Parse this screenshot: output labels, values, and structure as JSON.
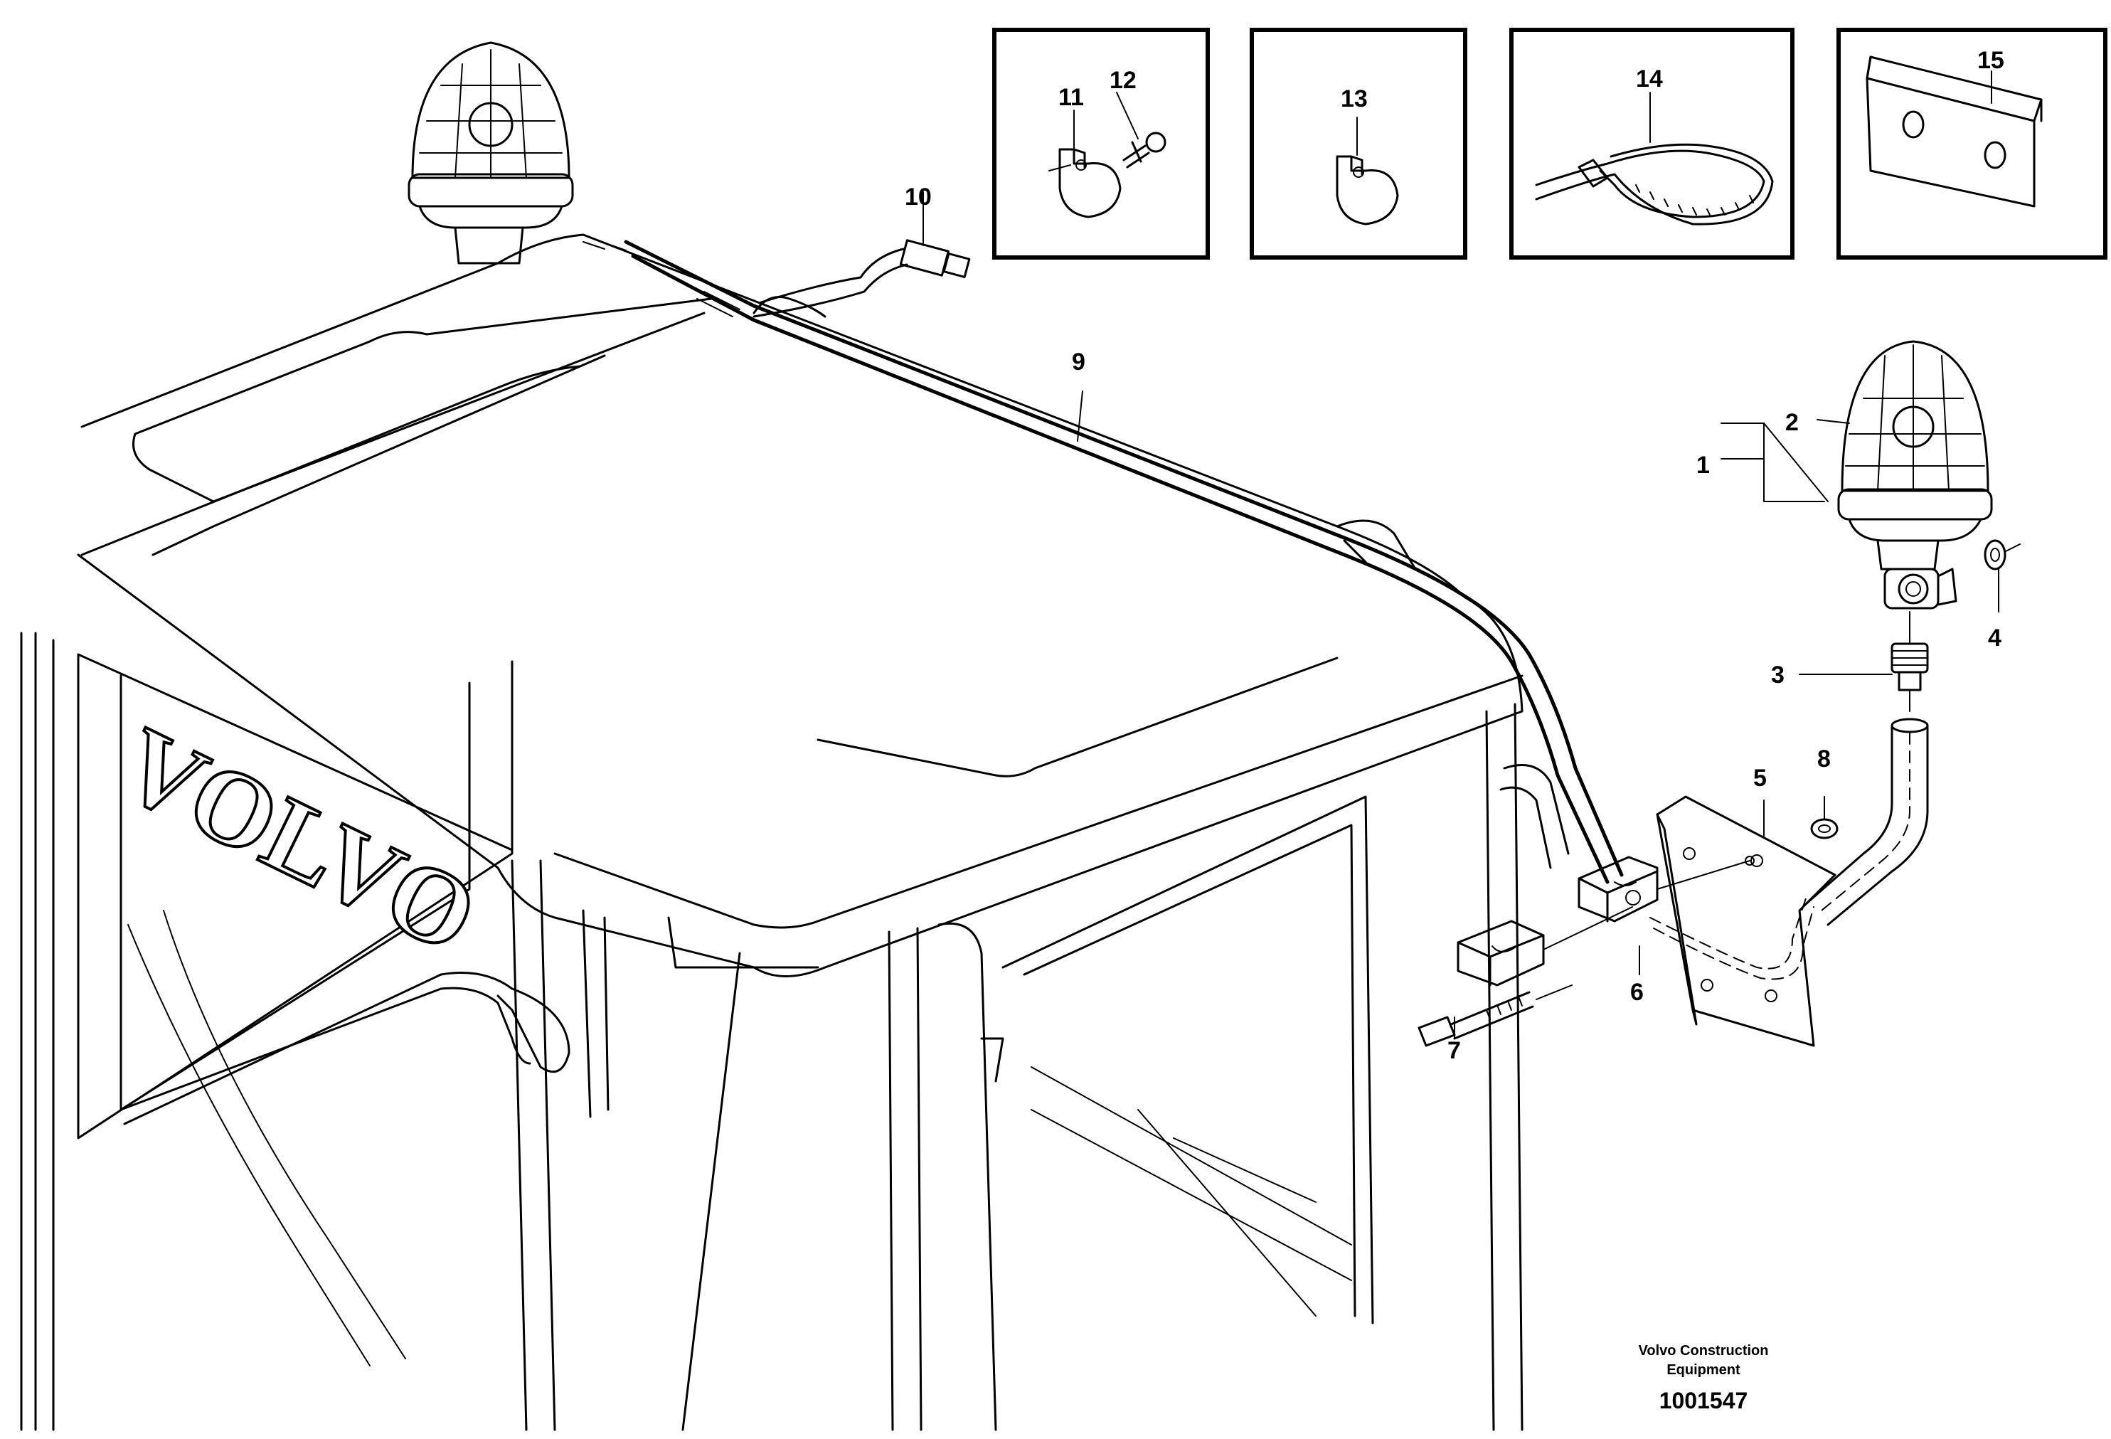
{
  "diagram": {
    "brand_logo": "VOLVO",
    "callouts": {
      "c1": "1",
      "c2": "2",
      "c3": "3",
      "c4": "4",
      "c5": "5",
      "c6": "6",
      "c7": "7",
      "c8": "8",
      "c9": "9",
      "c10": "10",
      "c11": "11",
      "c12": "12",
      "c13": "13",
      "c14": "14",
      "c15": "15"
    },
    "footer": {
      "company_line1": "Volvo Construction",
      "company_line2": "Equipment",
      "drawing_number": "1001547"
    }
  }
}
